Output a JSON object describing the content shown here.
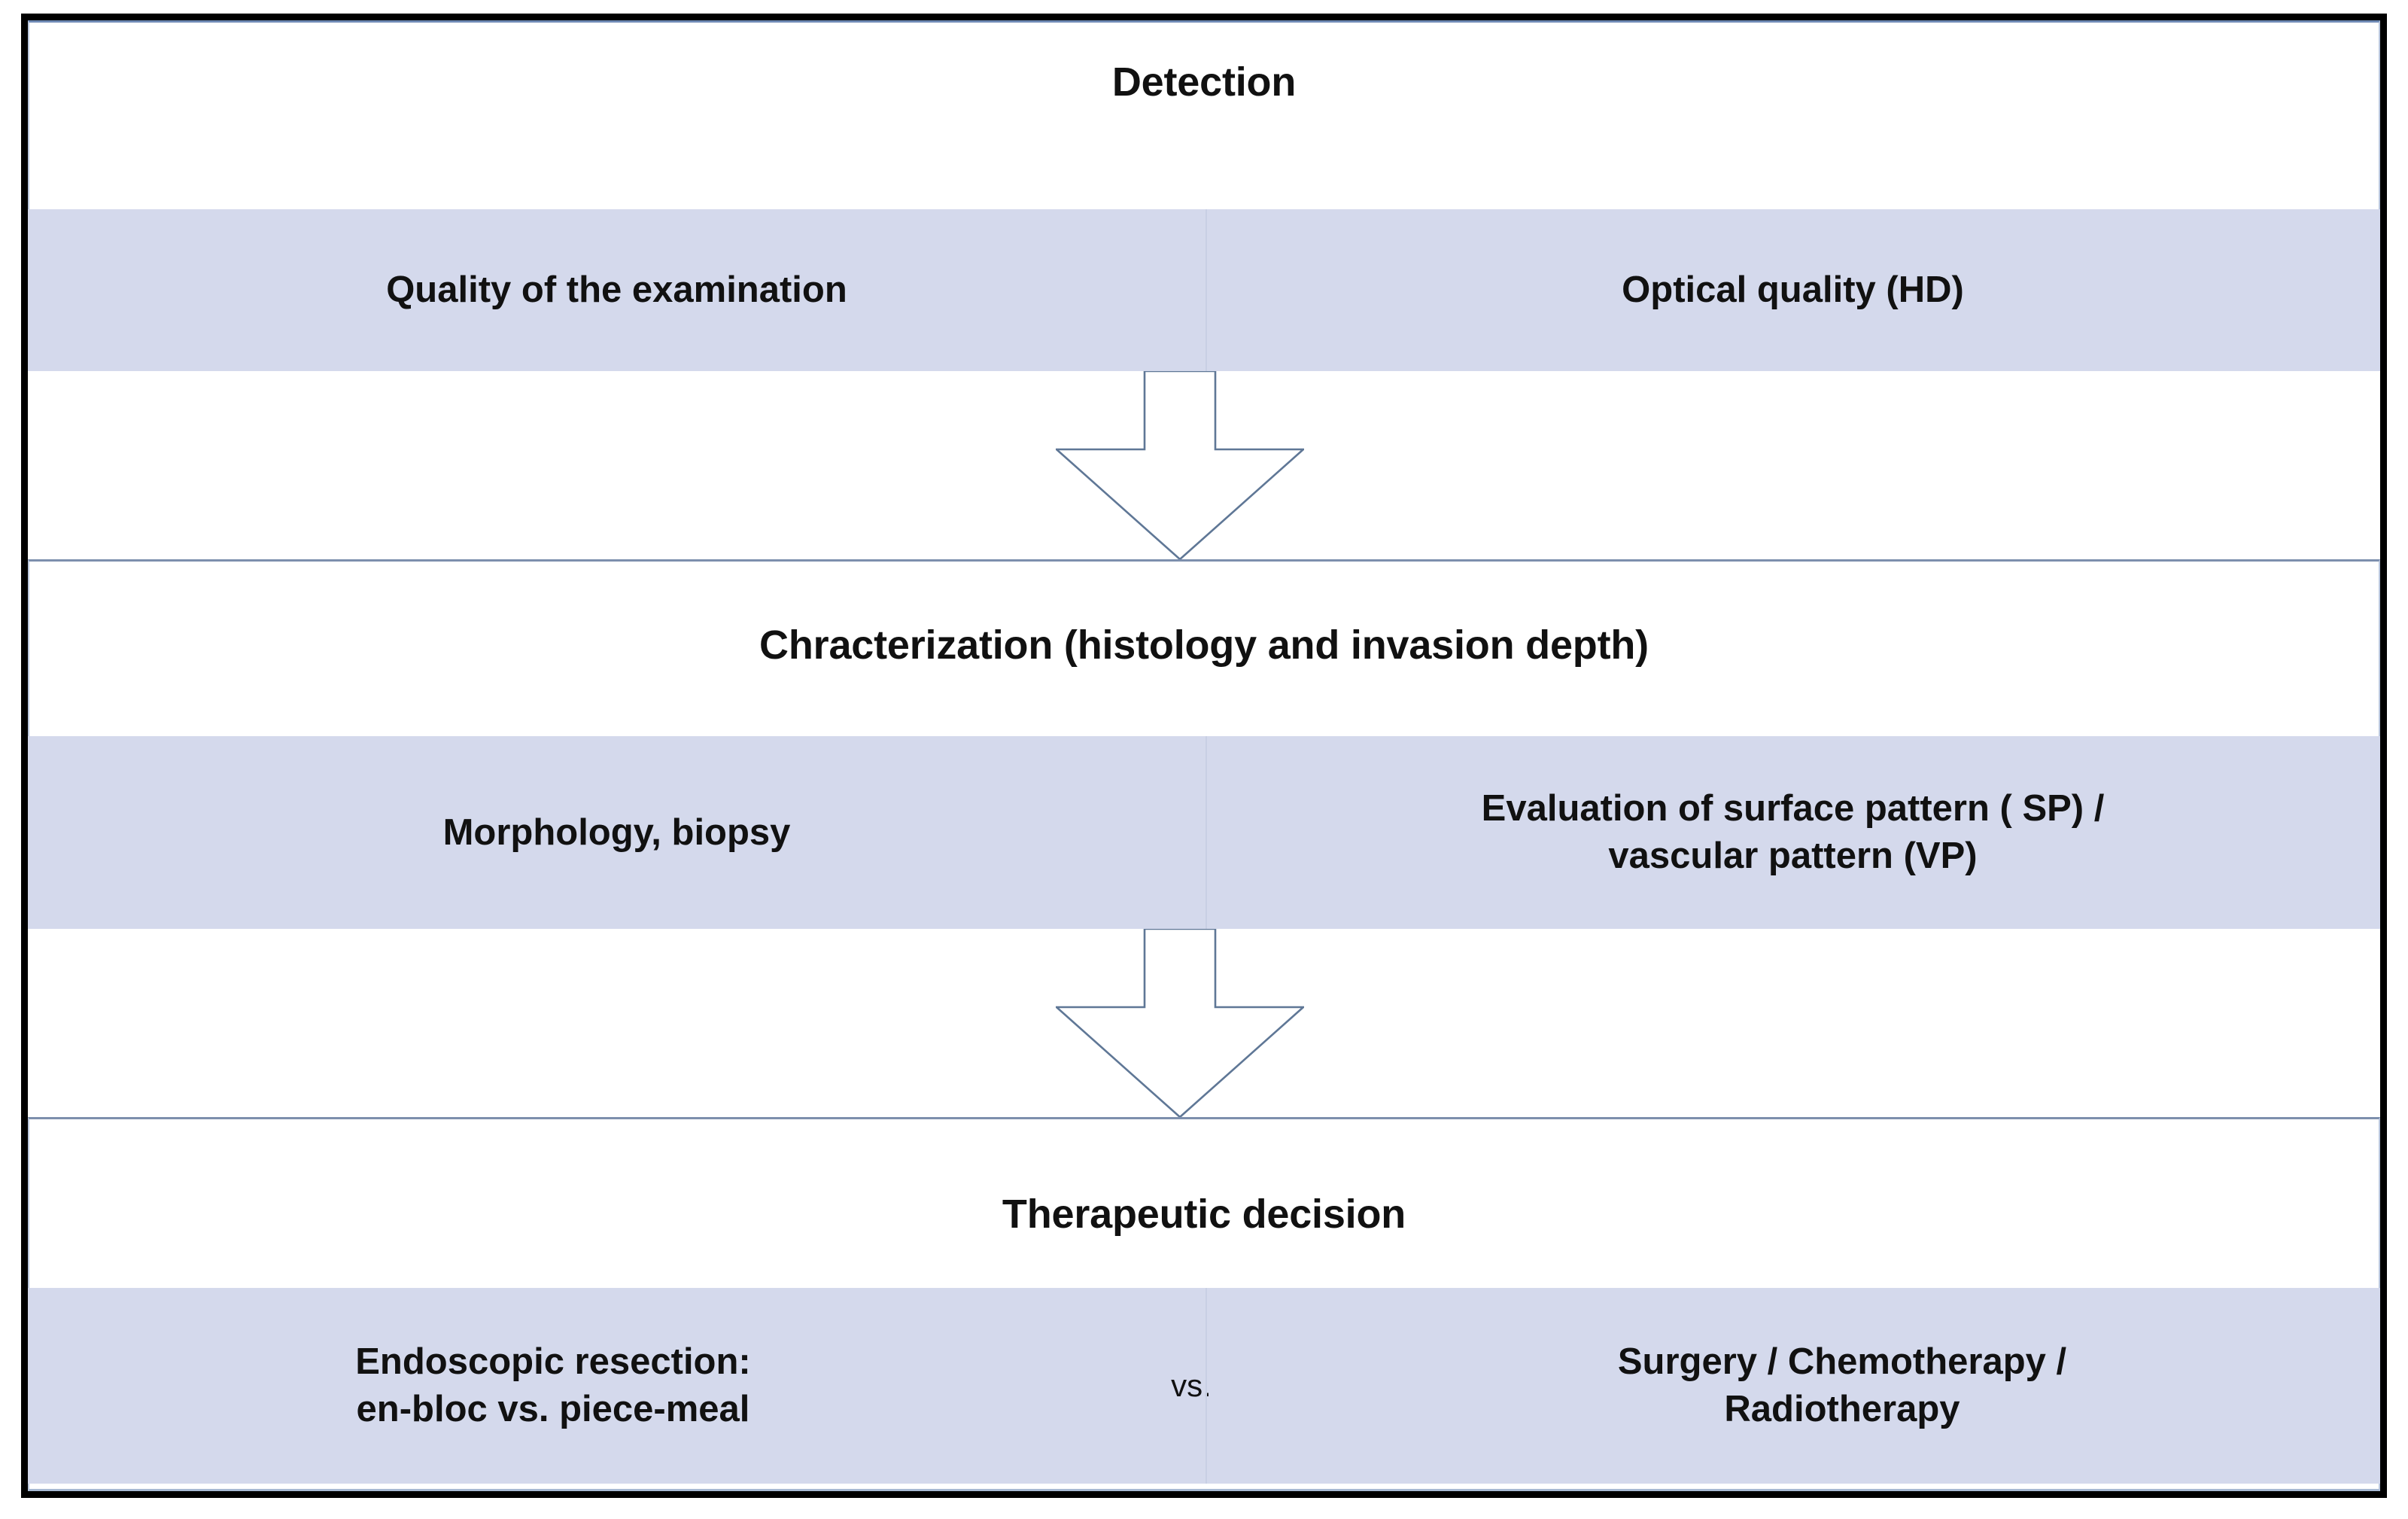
{
  "diagram": {
    "title": "Endoscopic workflow: Detection, Characterization, Therapeutic decision",
    "accent_band_color": "#d4d9ec",
    "frame_color": "#000000",
    "line_color": "#7d8fad",
    "text_color": "#111111"
  },
  "stages": [
    {
      "id": "detection",
      "header": "Detection",
      "cells": [
        {
          "id": "quality-of-examination",
          "label": "Quality of the examination"
        },
        {
          "id": "optical-quality",
          "label": "Optical quality (HD)"
        }
      ]
    },
    {
      "id": "characterization",
      "header": "Chracterization (histology and invasion depth)",
      "cells": [
        {
          "id": "morphology-biopsy",
          "label": "Morphology, biopsy"
        },
        {
          "id": "surface-vascular-pattern",
          "line1": "Evaluation of surface pattern ( SP) /",
          "line2": "vascular pattern (VP)"
        }
      ]
    },
    {
      "id": "therapeutic-decision",
      "header": "Therapeutic decision",
      "cells": [
        {
          "id": "endoscopic-resection",
          "line1": "Endoscopic resection:",
          "line2": "en-bloc vs. piece-meal"
        },
        {
          "id": "versus",
          "label": "vs."
        },
        {
          "id": "surgery-chemo-radio",
          "line1": "Surgery / Chemotherapy /",
          "line2": "Radiotherapy"
        }
      ]
    }
  ],
  "connectors": [
    {
      "id": "detection-to-characterization",
      "direction": "down"
    },
    {
      "id": "characterization-to-decision",
      "direction": "down"
    }
  ]
}
